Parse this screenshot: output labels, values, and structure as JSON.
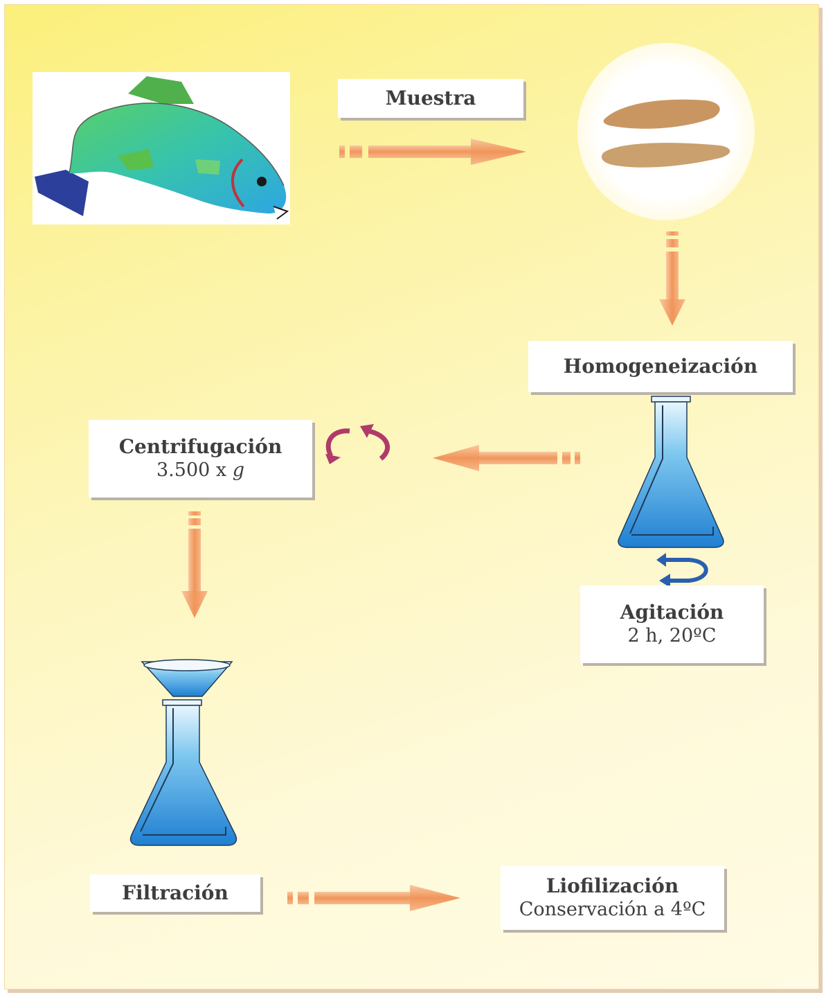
{
  "steps": {
    "muestra": {
      "title": "Muestra"
    },
    "homogeneizacion": {
      "title": "Homogeneización"
    },
    "centrifugacion": {
      "title": "Centrifugación",
      "sub": "3.500 x",
      "sub_italic": "g"
    },
    "agitacion": {
      "title": "Agitación",
      "sub": "2 h, 20ºC"
    },
    "filtracion": {
      "title": "Filtración"
    },
    "liofilizacion": {
      "title": "Liofilización",
      "sub": "Conservación a 4ºC"
    }
  },
  "colors": {
    "arrow": "#f2a66e",
    "liquid_blue": "#2c8fde",
    "fish_green": "#3cc7a0",
    "fillet": "#c89860",
    "rotate_icon": "#b03a6a",
    "agitation_icon": "#2a5fb0"
  },
  "icons": [
    "fish-icon",
    "fillet-icon",
    "flask-icon",
    "rotation-icon",
    "stir-icon",
    "funnel-flask-icon"
  ]
}
